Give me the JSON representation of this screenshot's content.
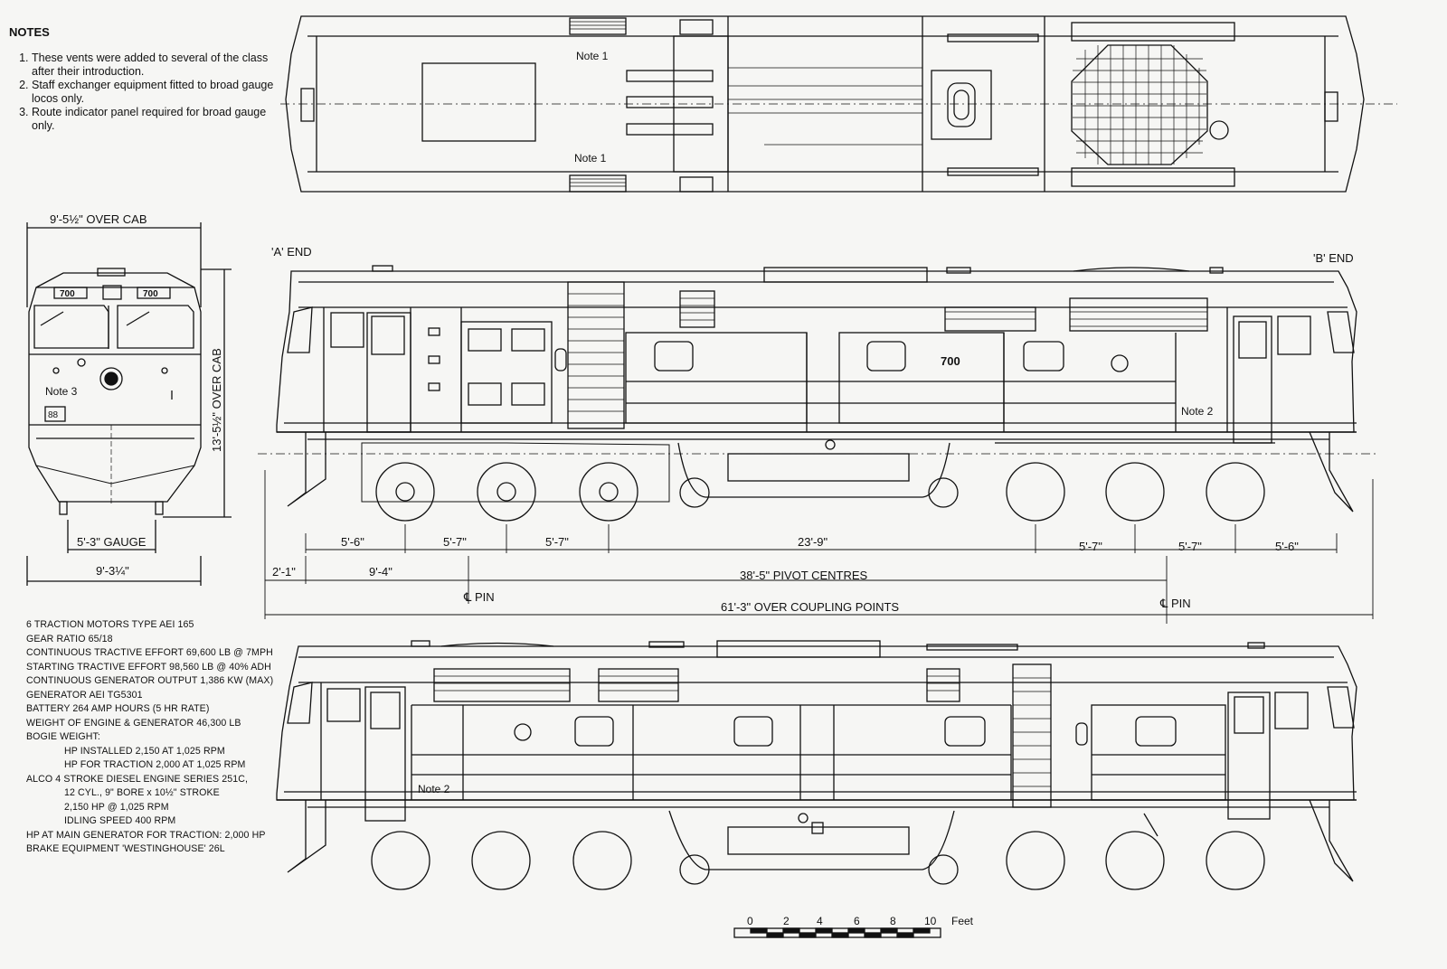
{
  "notes": {
    "heading": "NOTES",
    "items": [
      "These vents were added to several of the class after their introduction.",
      "Staff exchanger equipment fitted to broad gauge locos only.",
      "Route indicator panel required for broad gauge only."
    ]
  },
  "plan_view": {
    "note1_top": "Note 1",
    "note1_bottom": "Note 1"
  },
  "end_view": {
    "width_label": "9'-5½\" OVER CAB",
    "height_label": "13'-5½\" OVER CAB",
    "gauge_label": "5'-3\" GAUGE",
    "base_label": "9'-3¼\"",
    "note3": "Note 3",
    "number_left": "700",
    "number_right": "700",
    "indicator": "88"
  },
  "side_view": {
    "a_end": "'A' END",
    "b_end": "'B' END",
    "number": "700",
    "note2": "Note 2"
  },
  "dimensions": {
    "d1": "5'-6\"",
    "d2": "5'-7\"",
    "d3": "5'-7\"",
    "d4": "23'-9\"",
    "d5": "5'-7\"",
    "d6": "5'-7\"",
    "d7": "5'-6\"",
    "overhang": "2'-1\"",
    "pin_offset": "9'-4\"",
    "pivot": "38'-5\" PIVOT CENTRES",
    "pin_left": "℄ PIN",
    "pin_right": "℄ PIN",
    "coupling": "61'-3\" OVER COUPLING POINTS"
  },
  "lower_view": {
    "note2": "Note 2"
  },
  "specs": [
    "6 TRACTION MOTORS TYPE AEI 165",
    "GEAR RATIO 65/18",
    "CONTINUOUS TRACTIVE EFFORT 69,600 LB @ 7MPH",
    "STARTING TRACTIVE EFFORT 98,560 LB @ 40% ADH",
    "CONTINUOUS GENERATOR OUTPUT 1,386 KW (MAX)",
    "GENERATOR AEI TG5301",
    "BATTERY 264 AMP HOURS (5 HR RATE)",
    "WEIGHT OF ENGINE & GENERATOR 46,300 LB",
    "BOGIE WEIGHT:",
    "HP INSTALLED 2,150 AT 1,025 RPM",
    "HP FOR TRACTION 2,000 AT 1,025 RPM",
    "ALCO 4 STROKE DIESEL ENGINE SERIES 251C,",
    "12 CYL., 9\" BORE x 10½\" STROKE",
    "2,150 HP @ 1,025 RPM",
    "IDLING SPEED 400 RPM",
    "HP AT MAIN GENERATOR FOR TRACTION: 2,000 HP",
    "BRAKE EQUIPMENT 'WESTINGHOUSE' 26L"
  ],
  "scale": {
    "ticks": [
      "0",
      "2",
      "4",
      "6",
      "8",
      "10"
    ],
    "unit": "Feet"
  }
}
